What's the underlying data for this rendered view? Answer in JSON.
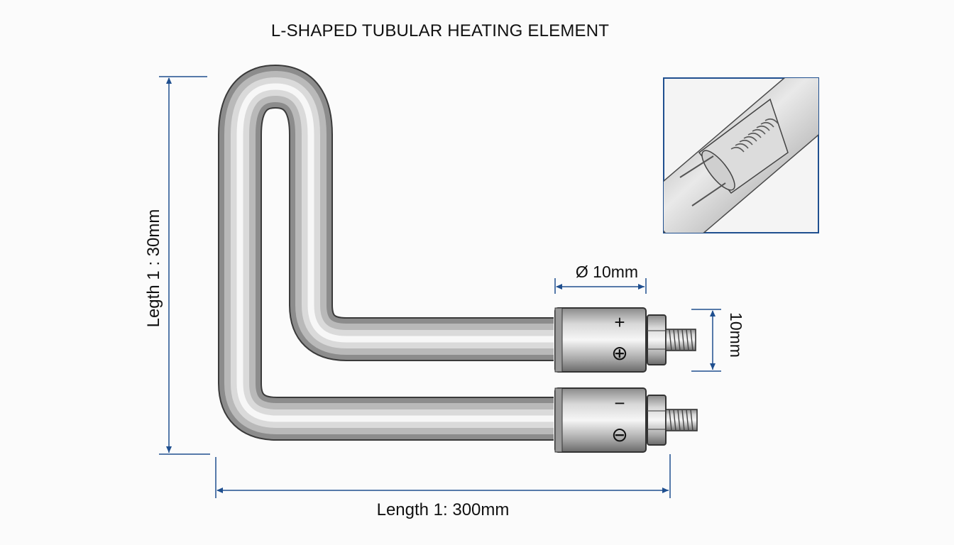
{
  "title": "L-SHAPED TUBULAR HEATING ELEMENT",
  "dimensions": {
    "vertical_length": "Legth 1 : 30mm",
    "horizontal_length": "Length 1: 300mm",
    "diameter": "Ø 10mm",
    "terminal_height": "10mm"
  },
  "terminals": {
    "positive_sign": "+",
    "positive_symbol": "⊕",
    "negative_sign": "−",
    "negative_symbol": "⊖"
  },
  "colors": {
    "dimension_line": "#1f4f8f",
    "metal_light": "#f2f2f2",
    "metal_mid": "#bdbdbd",
    "metal_dark": "#6e6e6e",
    "outline": "#3a3a3a"
  },
  "icons": {
    "inset": "cutaway-coil-icon"
  }
}
